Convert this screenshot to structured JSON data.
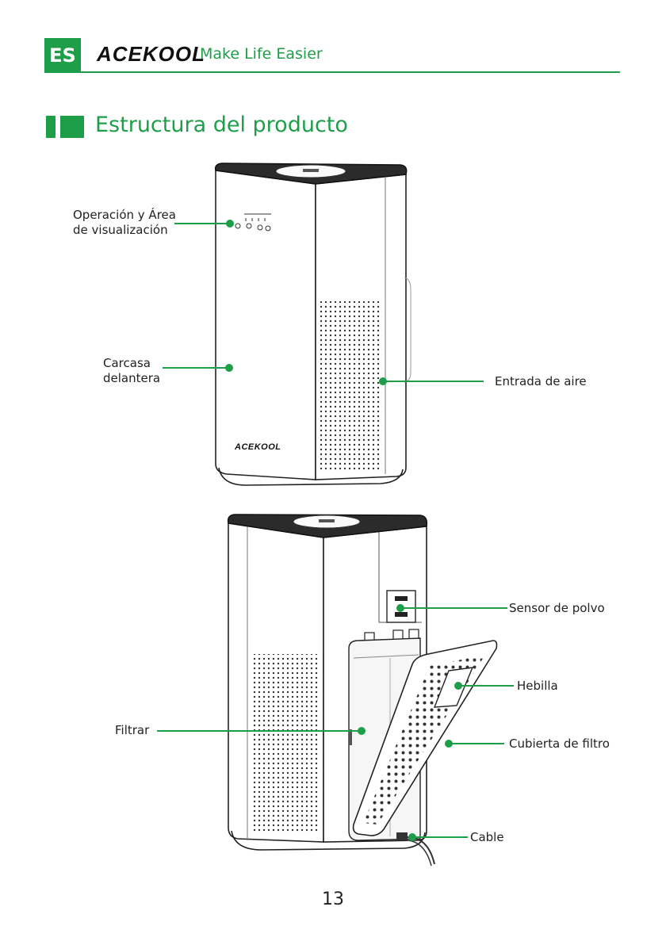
{
  "header": {
    "lang_badge": "ES",
    "brand": "ACEKOOL",
    "tagline": "Make Life Easier"
  },
  "section": {
    "title": "Estructura del producto"
  },
  "labels": {
    "operation_area": "Operación y Área\nde visualización",
    "front_shell": "Carcasa\ndelantera",
    "air_inlet": "Entrada de aire",
    "dust_sensor": "Sensor de polvo",
    "buckle": "Hebilla",
    "filter": "Filtrar",
    "filter_cover": "Cubierta de filtro",
    "cable": "Cable"
  },
  "product": {
    "body_logo": "ACEKOOL"
  },
  "footer": {
    "page_number": "13"
  },
  "colors": {
    "accent": "#1f9e4a"
  }
}
